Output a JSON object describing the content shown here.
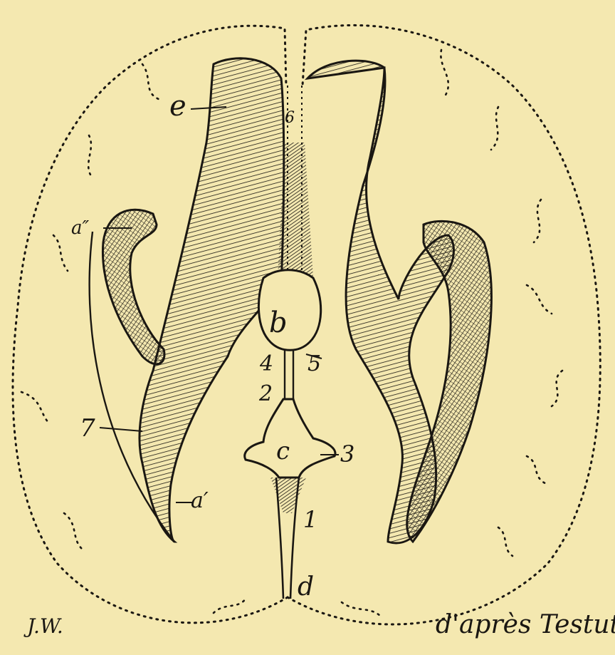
{
  "diagram": {
    "labels": {
      "e": "e",
      "six": "6",
      "a_double_prime": "a″",
      "b": "b",
      "four": "4",
      "five": "5",
      "two": "2",
      "seven": "7",
      "c": "c",
      "three": "3",
      "a_prime": "a′",
      "one": "1",
      "d": "d"
    },
    "signature_left": "J.W.",
    "signature_right": "d'après Testut."
  },
  "colors": {
    "paper": "#f4e8b0",
    "ink": "#1a1712"
  }
}
